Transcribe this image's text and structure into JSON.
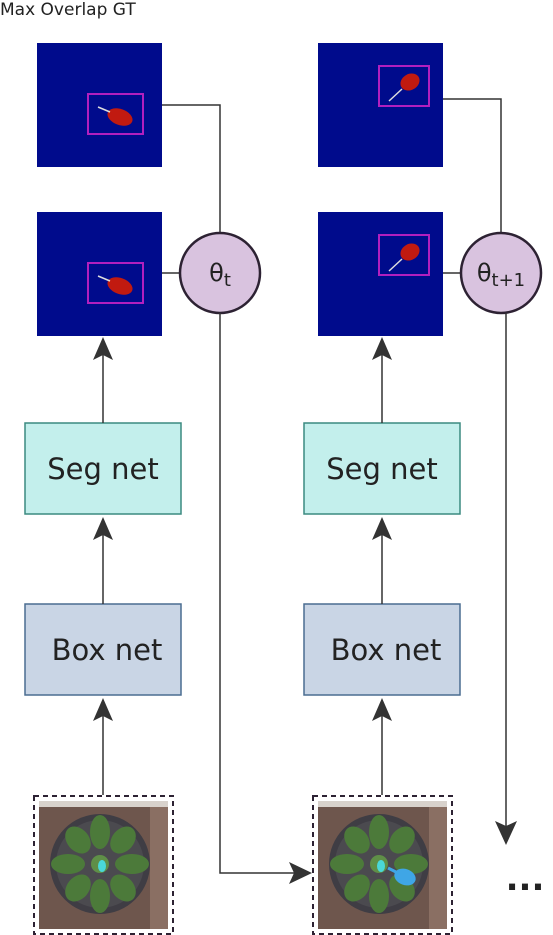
{
  "title": "Max Overlap GT",
  "columns": [
    {
      "seg_net_label": "Seg net",
      "box_net_label": "Box net",
      "theta_base": "θ",
      "theta_sub": "t"
    },
    {
      "seg_net_label": "Seg net",
      "box_net_label": "Box net",
      "theta_base": "θ",
      "theta_sub": "t+1"
    }
  ],
  "ellipsis": "...",
  "colors": {
    "mask_background": "#000b8c",
    "bbox": "#b21fbf",
    "leaf": "#c11a10",
    "seg_net_fill": "#c3efec",
    "seg_net_stroke": "#3b8a80",
    "box_net_fill": "#c9d5e5",
    "box_net_stroke": "#4a6d91",
    "theta_fill": "#d9c3df",
    "theta_stroke": "#2d2233",
    "arrow": "#333333"
  }
}
